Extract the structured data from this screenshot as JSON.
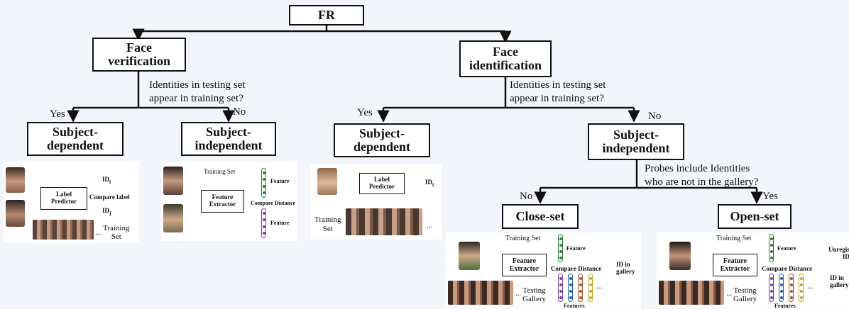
{
  "root": "FR",
  "verification": {
    "title_line1": "Face",
    "title_line2": "verification",
    "question_line1": "Identities in testing set",
    "question_line2": "appear in training set?",
    "yes": "Yes",
    "no": "No",
    "dep_line1": "Subject-",
    "dep_line2": "dependent",
    "indep_line1": "Subject-",
    "indep_line2": "independent",
    "dep_panel": {
      "predictor_line1": "Label",
      "predictor_line2": "Predictor",
      "id_top": "ID",
      "id_top_sub": "i",
      "compare": "Compare label",
      "id_bottom": "ID",
      "id_bottom_sub": "j",
      "ellipsis": "...",
      "training_line1": "Training",
      "training_line2": "Set"
    },
    "indep_panel": {
      "training_set": "Training Set",
      "extractor_line1": "Feature",
      "extractor_line2": "Extractor",
      "feature_top": "Feature",
      "compare": "Compare Distance",
      "feature_bottom": "Feature"
    }
  },
  "identification": {
    "title_line1": "Face",
    "title_line2": "identification",
    "question_line1": "Identities in testing set",
    "question_line2": "appear in training set?",
    "yes": "Yes",
    "no": "No",
    "dep_line1": "Subject-",
    "dep_line2": "dependent",
    "indep_line1": "Subject-",
    "indep_line2": "independent",
    "dep_panel": {
      "predictor_line1": "Label",
      "predictor_line2": "Predictor",
      "id": "ID",
      "id_sub": "i",
      "training_line1": "Training",
      "training_line2": "Set",
      "ellipsis": "..."
    },
    "probe_q_line1": "Probes include Identities",
    "probe_q_line2": "who are not in the gallery?",
    "no2": "No",
    "yes2": "Yes",
    "close_set": "Close-set",
    "open_set": "Open-set",
    "close_panel": {
      "training_set": "Training Set",
      "extractor_line1": "Feature",
      "extractor_line2": "Extractor",
      "feature": "Feature",
      "compare": "Compare Distance",
      "id_line1": "ID in",
      "id_line2": "gallery",
      "ellipsis": "...",
      "gallery_line1": "Testing",
      "gallery_line2": "Gallery",
      "features": "Features"
    },
    "open_panel": {
      "training_set": "Training Set",
      "extractor_line1": "Feature",
      "extractor_line2": "Extractor",
      "feature": "Feature",
      "compare": "Compare Distance",
      "unreg_line1": "Unregistered",
      "unreg_line2": "ID",
      "id_line1": "ID in",
      "id_line2": "gallery",
      "ellipsis": "...",
      "gallery_line1": "Testing",
      "gallery_line2": "Gallery",
      "features": "Features"
    }
  },
  "colors": {
    "background": "#f2f6fb",
    "vec_green": "#2e7d32",
    "vec_purple": "#7b3fa0",
    "vec_blue": "#1f5fa8",
    "vec_brown": "#a0522d",
    "vec_yellow": "#c9a227"
  }
}
